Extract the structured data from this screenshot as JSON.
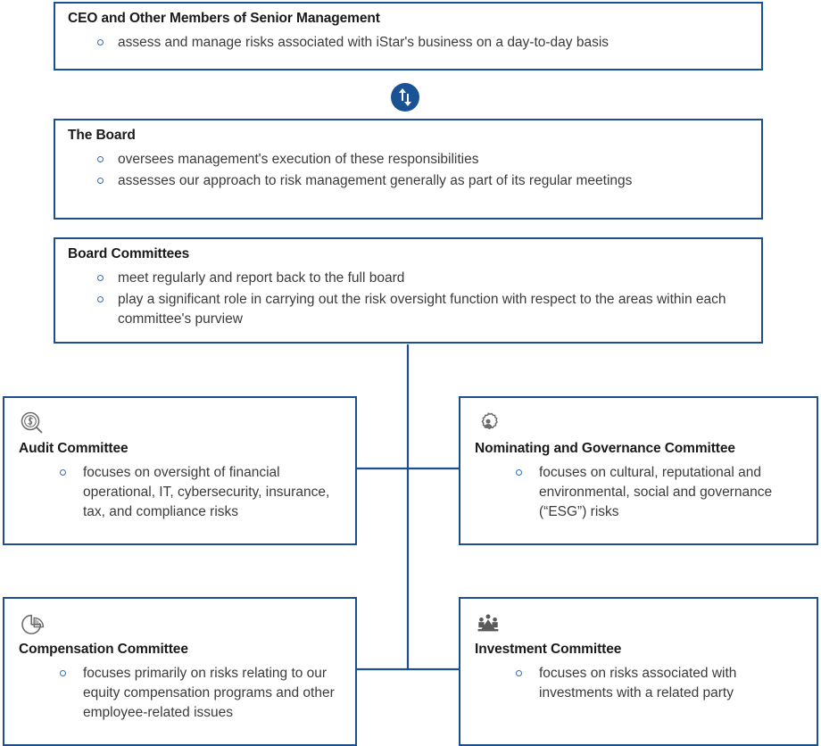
{
  "diagram": {
    "type": "risk-oversight-hierarchy",
    "accent_color": "#1f4e8c",
    "badge_color": "#1a5296",
    "bullet_color": "#2f6fba",
    "connector_color": "#1f4e8c",
    "levels": [
      {
        "id": "ceo",
        "title": "CEO and Other Members of Senior Management",
        "bullets": [
          "assess and manage risks associated with iStar's business on a day-to-day basis"
        ]
      },
      {
        "id": "board",
        "title": "The Board",
        "bullets": [
          "oversees management's execution of these responsibilities",
          "assesses our approach to risk management generally as part of its regular meetings"
        ]
      },
      {
        "id": "board-committees",
        "title": "Board Committees",
        "bullets": [
          "meet regularly and report back to the full board",
          "play a significant role in carrying out the risk oversight function with respect to the areas within each committee's purview"
        ]
      }
    ],
    "badge": {
      "icon": "up-down-arrow-icon",
      "label": "two-way relationship"
    },
    "committees": [
      {
        "id": "audit",
        "icon": "magnifier-dollar-icon",
        "title": "Audit Committee",
        "bullets": [
          "focuses on oversight of financial operational, IT, cybersecurity, insurance, tax, and compliance risks"
        ]
      },
      {
        "id": "nominating-governance",
        "icon": "gear-person-icon",
        "title": "Nominating and Governance Committee",
        "bullets": [
          "focuses on cultural, reputational and environmental, social and governance (“ESG”) risks"
        ]
      },
      {
        "id": "compensation",
        "icon": "pie-chart-icon",
        "title": "Compensation Committee",
        "bullets": [
          "focuses primarily on risks relating to our equity compensation programs and other employee-related issues"
        ]
      },
      {
        "id": "investment",
        "icon": "people-group-icon",
        "title": "Investment Committee",
        "bullets": [
          "focuses on risks associated with investments with a related party"
        ]
      }
    ]
  }
}
